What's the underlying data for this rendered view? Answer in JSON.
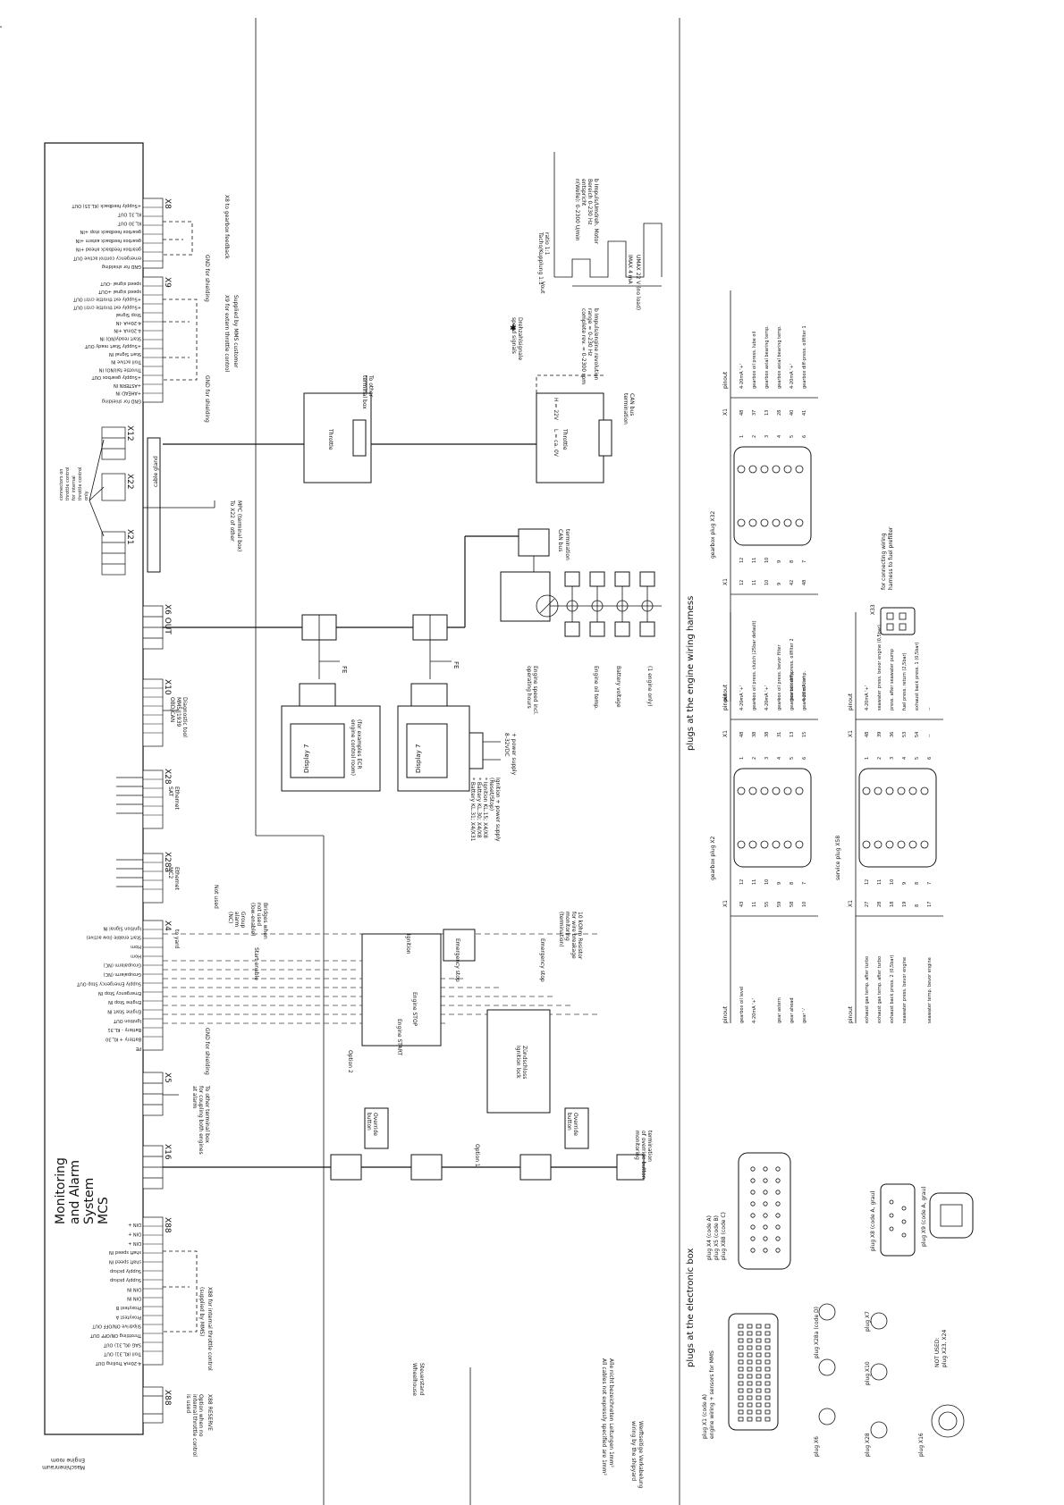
{
  "main_unit": {
    "line1": "Monitoring",
    "line2": "and Alarm",
    "line3": "System",
    "line4": "MCS"
  },
  "room_labels": {
    "engine_room": "Maschinenraum",
    "engine_room_en": "Engine room",
    "wheelhouse": "Steuerstand",
    "wheelhouse_en": "Wheelhouse"
  },
  "connectors": {
    "x8": "X8",
    "x9": "X9",
    "x12": "X12",
    "x22": "X22",
    "x21": "X21",
    "x6": "X6 OUT",
    "x10": "X10",
    "x28": "X28",
    "x28a": "X28a",
    "x4": "X4",
    "x5": "X5",
    "x16": "X16",
    "x88": "X88",
    "x88r": "X88"
  },
  "notes": {
    "x8": "X8 to gearbox feedback",
    "x9_a": "X9 for extern throttle control",
    "x9_b": "Supplied by MMS customer",
    "x12_a": "connectors on",
    "x12_b": "throttle control",
    "x12_c": "for internal",
    "x12_d": "throttle control",
    "x12_e": "only",
    "cable_gland": "cable gland",
    "to_x22": "To X22 of other",
    "to_x22_b": "MPC (terminal box)",
    "to_other_tb": "To other",
    "to_other_tb_b": "terminal box",
    "gnd_shield": "GND for shielding",
    "diag_a": "Diagnostic tool",
    "diag_b": "MMS/J1939",
    "diag_c": "OBD/CAN",
    "eth1_a": "Ethernet",
    "eth1_b": "SAT",
    "eth2_a": "Ethernet",
    "eth2_b": "MC2",
    "x4_to_yard": "to yard",
    "x5_a": "To other terminal box",
    "x5_b": "for coupling both engines",
    "x5_c": "at alarm",
    "x88_a": "X88 for internal throttle control",
    "x88_b": "(supplied by MMS)",
    "x88r_a": "X88 RESERVE",
    "x88r_b": "Option when no",
    "x88r_c": "internal throttle control",
    "x88r_d": "is used",
    "bridge_a": "Bridges when",
    "bridge_b": "not used",
    "bridge_c": "(low-enable)",
    "group_alarm_a": "Group",
    "group_alarm_b": "alarm",
    "group_alarm_c": "(NC)",
    "not_used": "Not used",
    "display_left": "Display 7",
    "display_right": "Display 7",
    "ecr_a": "(for examples ECR",
    "ecr_b": "engine control room)",
    "ignition_supply_a": "Ignition + power supply",
    "ignition_supply_b": "(Reset/Stop)",
    "ignition_supply_c": "* Ignition KL.15; X4/X8",
    "ignition_supply_d": "* Battery KL.30; X4/X8",
    "ignition_supply_e": "* Battery KL.31; X4/X31",
    "power_a": "8-32VDC",
    "power_b": "+ power supply",
    "engine_speed_a": "Engine speed incl.",
    "engine_speed_b": "operating hours",
    "oil_temp": "Engine oil temp.",
    "battery_voltage": "Battery voltage",
    "one_engine": "(1 engine only)",
    "can_term_a": "CAN bus",
    "can_term_b": "termination",
    "can_term2_a": "CAN bus",
    "can_term2_b": "termination",
    "throttle": "Throttle",
    "throttle_b": "Throttle",
    "ignition_label": "Ignition",
    "emergency_stop": "Emergency stop",
    "emergency_stop_b": "Emergency stop",
    "resistor_a": "10 kOhm Resistor",
    "resistor_b": "for wire breakage",
    "resistor_c": "monitoring",
    "resistor_d": "(termination)",
    "start_enable": "Start enable",
    "engine_stop": "Engine STOP",
    "engine_start": "Engine START",
    "option2": "Option 2",
    "option1": "Option 1",
    "ignition_lock_a": "Zündschloss",
    "ignition_lock_b": "Ignition lock",
    "override_a": "Override",
    "override_b": "button",
    "override2_a": "Override",
    "override2_b": "button",
    "term_override_a": "termination",
    "term_override_b": "of override button",
    "term_override_c": "monitoring",
    "fe": "FE",
    "fe2": "FE",
    "bottom_a": "Alle nicht bezeichneten Leitungen 1mm²",
    "bottom_b": "All cables not expressly specified are 1mm²",
    "bottom_c": "Werftseitige Verkabelung",
    "bottom_d": "wiring by the shipyard",
    "speed_a": "Drehzahlsignale",
    "speed_b": "speed signals",
    "speed_c": "H = 22V",
    "speed_d": "L = ca. 0V",
    "speed_e": "ratio 1:1",
    "speed_f": "Tacho/Kupplung 1:1",
    "speed_g": "Vout",
    "speed_h": "b Impuls/engine revolution",
    "speed_i": "range = 0-230 Hz",
    "speed_j": "complete rev. = 0-2300 rpm",
    "speed_k": "b Impuls/Umdreh. Motor",
    "speed_l": "Bereich 0-230 Hz",
    "speed_m": "entspricht",
    "speed_n": "n(Welle): 0-2300 U/min",
    "speed_o": "UMAX 22 V (no load)",
    "speed_p": "IMAX 4 mA",
    "plugs_engine": "plugs at the engine wiring harness",
    "plugs_box": "plugs at the electronic box"
  },
  "gearbox_x2": {
    "title": "gearbox plug X2",
    "left_head": [
      "pinout",
      "X1"
    ],
    "right_head": [
      "X1",
      "pinout"
    ],
    "left_rows": [
      [
        "gearbox oil level",
        "43"
      ],
      [
        "4-20mA '+'",
        "11"
      ],
      [
        "",
        "55"
      ],
      [
        "gear astern",
        "59"
      ],
      [
        "gear ahead",
        "58"
      ],
      [
        "gear '-'",
        "10"
      ]
    ],
    "pins_left": [
      "12",
      "11",
      "10",
      "9",
      "8",
      "7"
    ],
    "pins_right": [
      "1",
      "2",
      "3",
      "4",
      "5",
      "6"
    ],
    "right_rows": [
      [
        "48",
        "4-20mA '+'"
      ],
      [
        "38",
        "gearbox oil press. clutch (25bar default)"
      ],
      [
        "38",
        "4-20mA '+'"
      ],
      [
        "31",
        "gearbox oil press. bevor filter"
      ],
      [
        "13",
        "gearbox oil temp."
      ],
      [
        "15",
        "gearbox oil temp."
      ]
    ]
  },
  "gearbox_x32": {
    "title": "gearbox plug X32",
    "left_head": [
      "pinout",
      "X1"
    ],
    "right_head": [
      "X1",
      "pinout"
    ],
    "left_rows": [
      [
        "--",
        "12"
      ],
      [
        "--",
        "11"
      ],
      [
        "--",
        "10"
      ],
      [
        "--",
        "9"
      ],
      [
        "gearbox diff-press. oilfilter 2",
        "42"
      ],
      [
        "4-20mA '+'",
        "48"
      ]
    ],
    "pins_left": [
      "12",
      "11",
      "10",
      "9",
      "8",
      "7"
    ],
    "pins_right": [
      "1",
      "2",
      "3",
      "4",
      "5",
      "6"
    ],
    "right_rows": [
      [
        "48",
        "4-20mA '+'"
      ],
      [
        "37",
        "gearbox oil press. lube oil"
      ],
      [
        "13",
        "gearbox axial bearing temp."
      ],
      [
        "28",
        "gearbox axial bearing temp."
      ],
      [
        "40",
        "4-20mA '+'"
      ],
      [
        "41",
        "gearbox diff-press. oilfilter 1"
      ]
    ]
  },
  "service_x58": {
    "title": "service plug X58",
    "left_head": [
      "pinout",
      "X1"
    ],
    "right_head": [
      "X1",
      "pinout"
    ],
    "left_rows": [
      [
        "exhaust gas temp. after turbo",
        "27"
      ],
      [
        "exhaust gas temp. after turbo",
        "28"
      ],
      [
        "exhaust back press. 2 (0,5bar)",
        "18"
      ],
      [
        "seawater press. bevor engine",
        "19"
      ],
      [
        "",
        "8"
      ],
      [
        "seawater temp. bevor engine",
        "17"
      ]
    ],
    "pins_left": [
      "12",
      "11",
      "10",
      "9",
      "8",
      "7"
    ],
    "pins_right": [
      "1",
      "2",
      "3",
      "4",
      "5",
      "6"
    ],
    "right_rows": [
      [
        "48",
        "4-20mA '+'"
      ],
      [
        "39",
        "seawater press. bevor engine (0,5bar)"
      ],
      [
        "36",
        "press. after seawater pump"
      ],
      [
        "53",
        "fuel press. return (2,5bar)"
      ],
      [
        "54",
        "exhaust back press. 1 (0,5bar)"
      ],
      [
        "--",
        "--"
      ]
    ]
  },
  "x33_note": {
    "a": "for connecting wiring",
    "b": "harness to fuel prefilter",
    "label": "X33"
  },
  "box_plugs": {
    "p1_a": "plug X4 (code A)",
    "p1_b": "plug X5 (code B)",
    "p1_c": "plug X88 (code C)",
    "p2_a": "plug X1 (code A)",
    "p2_b": "engine wiring + sensors for MMS",
    "x8": "plug X8 (code A, grau)",
    "x9": "plug X9 (code A, grau)",
    "x28a": "plug X28a (code D)",
    "x7": "plug X7",
    "x6": "plug X6",
    "x10": "plug X10",
    "x28": "plug X28",
    "x16": "plug X16",
    "notused_a": "NOT USED:",
    "notused_b": "plug X23, X24"
  },
  "pins": {
    "x8": [
      "GND for shielding",
      "emergency control active OUT",
      "gearbox feedback ahead +IN",
      "gearbox feedback astern +IN",
      "gearbox feedback stop +IN",
      "KL.30 OUT",
      "KL.31 OUT",
      "+Supply feedback (KL.15) OUT"
    ],
    "x9": [
      "GND for shielding",
      "+AHEAD IN",
      "+ASTERN IN",
      "+Supply gearbox OUT",
      "Throttle fail(NO) IN",
      "Troll active IN",
      "Start Signal IN",
      "+Supply Start ready OUT",
      "Start ready(NO) IN",
      "4-20mA +IN",
      "4-20mA -IN",
      "Stop Signal",
      "+Supply ext throttle cntrl OUT",
      "+Supply ext throttle cntrl OUT",
      "speed signal +OUT",
      "speed signal -OUT"
    ],
    "x4": [
      "PE",
      "Battery + KL.30",
      "Battery - KL.31",
      "Ignition OUT",
      "Engine Start IN",
      "Engine Stop IN",
      "Emergency Stop IN",
      "Supply Emergency Stop OUT",
      "Groupalarm (NC)",
      "Groupalarm (NC)",
      "Horn",
      "Horn",
      "Start enable (low active)",
      "Ignition Signal IN"
    ],
    "x88": [
      "4-20mA Trolling OUT",
      "Troll (KL.31) OUT",
      "SAG (KL.31) OUT",
      "Throttling ON/OFF OUT",
      "Slipdrive ON/OFF OUT",
      "Proxytest A",
      "Proxytest B",
      "DIN IN",
      "DIN IN",
      "Supply pickup",
      "Supply pickup",
      "shaft speed IN",
      "shaft speed IN",
      "DIN +",
      "DIN +",
      "DIN +"
    ]
  }
}
